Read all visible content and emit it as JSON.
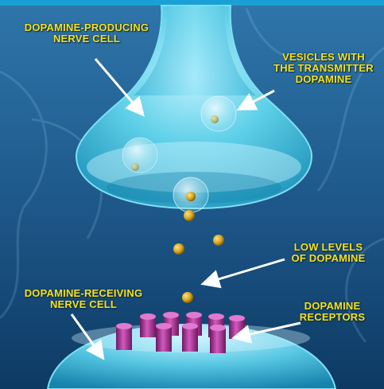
{
  "labels": {
    "producing_cell": [
      "DOPAMINE-PRODUCING",
      "NERVE CELL"
    ],
    "vesicles": [
      "VESICLES WITH",
      "THE TRANSMITTER",
      "DOPAMINE"
    ],
    "low_levels": [
      "LOW LEVELS",
      "OF DOPAMINE"
    ],
    "receiving_cell": [
      "DOPAMINE-RECEIVING",
      "NERVE CELL"
    ],
    "receptors": [
      "DOPAMINE",
      "RECEPTORS"
    ]
  },
  "colors": {
    "background_top": "#2f76aa",
    "background_bottom": "#0d3a63",
    "frame_border": "#1aa0d6",
    "cell_body": "#4fc3dc",
    "cell_highlight": "#d8f6ff",
    "dopamine_molecule": "#d4a21e",
    "receptor": "#b0349a",
    "label_text": "#f7e21a",
    "arrow": "#ffffff"
  }
}
